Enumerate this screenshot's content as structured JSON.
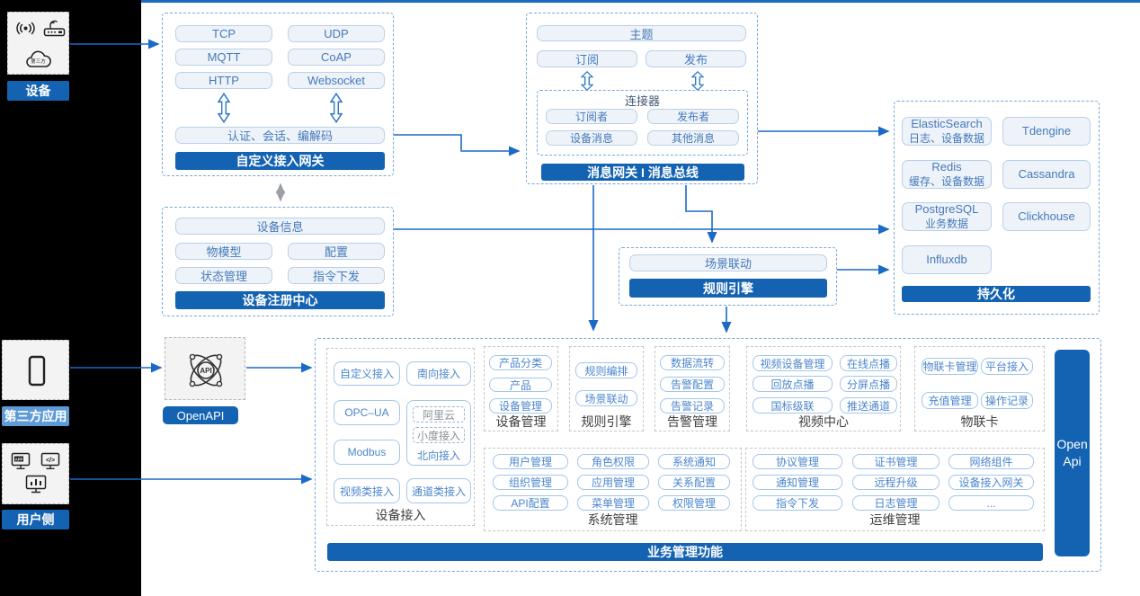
{
  "palette": {
    "accent_blue": "#1463b2",
    "light_blue_label": "#5e9ad6",
    "arrow_blue": "#1b6ac6",
    "item_text_blue": "#4579bb",
    "panel_bg": "#ffffff",
    "canvas_bg": "#000000"
  },
  "left_rail": {
    "device": {
      "label": "设备",
      "cloud_text": "第三方"
    },
    "third_party": {
      "label": "第三方应用"
    },
    "user_side": {
      "label": "用户侧"
    }
  },
  "custom_gateway": {
    "title": "自定义接入网关",
    "protocols": [
      "TCP",
      "UDP",
      "MQTT",
      "CoAP",
      "HTTP",
      "Websocket"
    ],
    "session_layer": "认证、会话、编解码"
  },
  "message_gateway": {
    "title": "消息网关 I 消息总线",
    "topic": "主题",
    "subscribe": "订阅",
    "publish": "发布",
    "connector": {
      "title": "连接器",
      "items": [
        "订阅者",
        "发布者",
        "设备消息",
        "其他消息"
      ]
    }
  },
  "persistence": {
    "title": "持久化",
    "stores": [
      {
        "name": "ElasticSearch",
        "sub": "日志、设备数据"
      },
      {
        "name": "Tdengine",
        "sub": ""
      },
      {
        "name": "Redis",
        "sub": "缓存、设备数据"
      },
      {
        "name": "Cassandra",
        "sub": ""
      },
      {
        "name": "PostgreSQL",
        "sub": "业务数据"
      },
      {
        "name": "Clickhouse",
        "sub": ""
      },
      {
        "name": "Influxdb",
        "sub": ""
      }
    ]
  },
  "device_registry": {
    "title": "设备注册中心",
    "device_info": "设备信息",
    "items": [
      "物模型",
      "配置",
      "状态管理",
      "指令下发"
    ]
  },
  "rule_engine_box": {
    "title": "规则引擎",
    "scene_linkage": "场景联动"
  },
  "openapi": {
    "label": "OpenAPI"
  },
  "business": {
    "title": "业务管理功能",
    "open_api_bar": "Open Api",
    "device_access": {
      "label": "设备接入",
      "items_left": [
        "自定义接入",
        "OPC–UA",
        "Modbus",
        "视频类接入"
      ],
      "south": "南向接入",
      "group": [
        "阿里云",
        "小度接入",
        "北向接入"
      ],
      "channel": "通道类接入"
    },
    "device_mgmt": {
      "label": "设备管理",
      "items": [
        "产品分类",
        "产品",
        "设备管理"
      ]
    },
    "rule_engine": {
      "label": "规则引擎",
      "items": [
        "规则编排",
        "场景联动"
      ]
    },
    "alarm_mgmt": {
      "label": "告警管理",
      "items": [
        "数据流转",
        "告警配置",
        "告警记录"
      ]
    },
    "video_center": {
      "label": "视频中心",
      "items": [
        "视频设备管理",
        "在线点播",
        "回放点播",
        "分屏点播",
        "国标级联",
        "推送通道"
      ]
    },
    "iot_card": {
      "label": "物联卡",
      "items": [
        "物联卡管理",
        "平台接入",
        "充值管理",
        "操作记录"
      ]
    },
    "system_mgmt": {
      "label": "系统管理",
      "items": [
        "用户管理",
        "角色权限",
        "系统通知",
        "组织管理",
        "应用管理",
        "关系配置",
        "API配置",
        "菜单管理",
        "权限管理"
      ]
    },
    "ops_mgmt": {
      "label": "运维管理",
      "items": [
        "协议管理",
        "证书管理",
        "网络组件",
        "通知管理",
        "远程升级",
        "设备接入网关",
        "指令下发",
        "日志管理",
        "..."
      ]
    }
  }
}
